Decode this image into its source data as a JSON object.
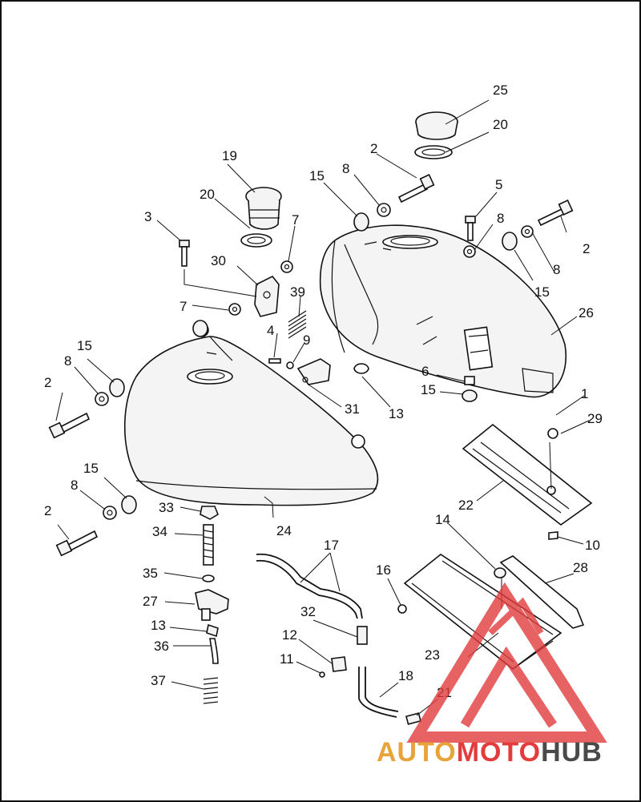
{
  "diagram": {
    "callouts": {
      "c1": "1",
      "c2a": "2",
      "c2b": "2",
      "c2c": "2",
      "c2d": "2",
      "c3": "3",
      "c4": "4",
      "c5": "5",
      "c6": "6",
      "c7a": "7",
      "c7b": "7",
      "c8a": "8",
      "c8b": "8",
      "c8c": "8",
      "c8d": "8",
      "c8e": "8",
      "c9": "9",
      "c10": "10",
      "c11": "11",
      "c12": "12",
      "c13a": "13",
      "c13b": "13",
      "c14": "14",
      "c15a": "15",
      "c15b": "15",
      "c15c": "15",
      "c15d": "15",
      "c15e": "15",
      "c16": "16",
      "c17": "17",
      "c18": "18",
      "c19": "19",
      "c20a": "20",
      "c20b": "20",
      "c21": "21",
      "c22": "22",
      "c23": "23",
      "c24": "24",
      "c25": "25",
      "c26": "26",
      "c27": "27",
      "c28": "28",
      "c29": "29",
      "c30": "30",
      "c31": "31",
      "c32": "32",
      "c33": "33",
      "c34": "34",
      "c35": "35",
      "c36": "36",
      "c37": "37",
      "c39": "39"
    }
  },
  "watermark": {
    "part1": "AUTO",
    "part2": "MOTO",
    "part3": "HUB",
    "color_primary": "#e8a33a",
    "color_secondary": "#e23c3c",
    "color_tertiary": "#4a4a4a"
  }
}
